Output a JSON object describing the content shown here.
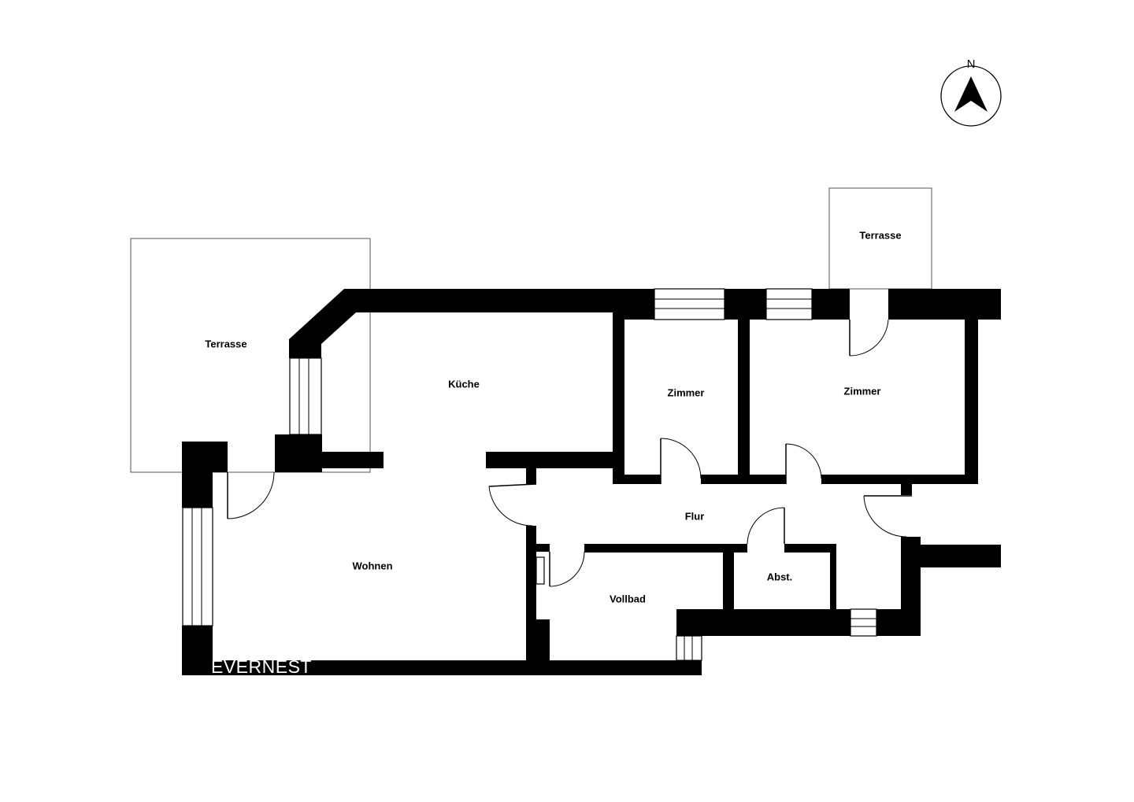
{
  "compass": {
    "letter": "N"
  },
  "brand": {
    "text": "EVERNEST"
  },
  "rooms": {
    "terrasse_west": "Terrasse",
    "terrasse_north": "Terrasse",
    "kueche": "Küche",
    "zimmer_1": "Zimmer",
    "zimmer_2": "Zimmer",
    "wohnen": "Wohnen",
    "flur": "Flur",
    "vollbad": "Vollbad",
    "abst": "Abst."
  }
}
